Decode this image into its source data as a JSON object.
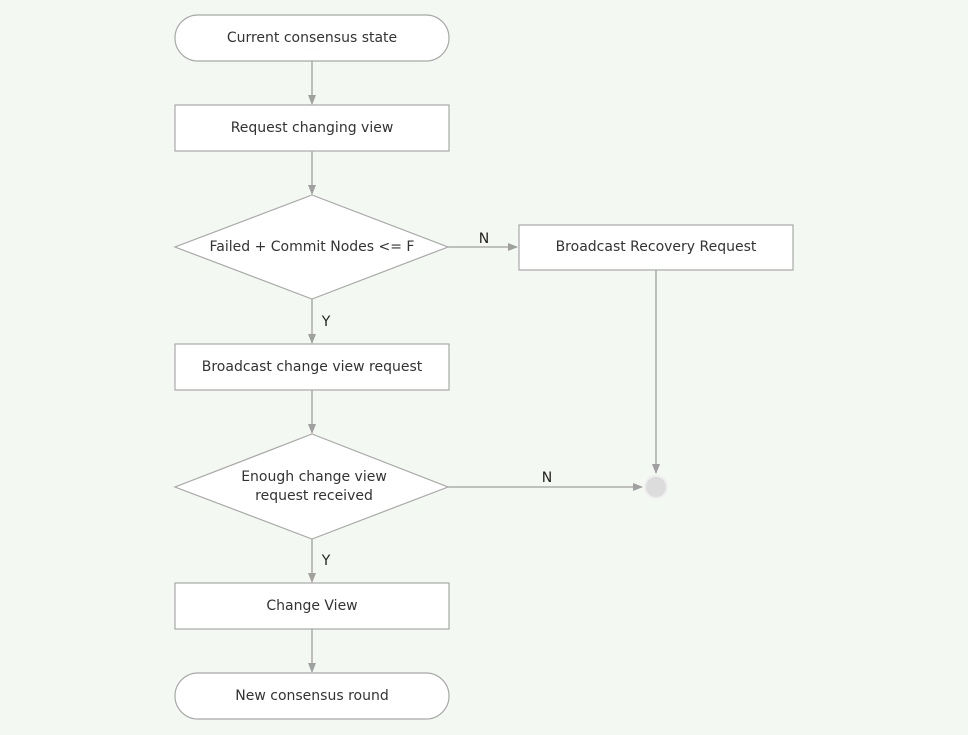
{
  "diagram": {
    "nodes": {
      "start": {
        "label": "Current consensus state"
      },
      "request_view": {
        "label": "Request changing view"
      },
      "decision_failed": {
        "label": "Failed + Commit Nodes <= F"
      },
      "broadcast_recovery": {
        "label": "Broadcast Recovery Request"
      },
      "broadcast_change": {
        "label": "Broadcast change view request"
      },
      "decision_enough": {
        "label_line1": "Enough change view",
        "label_line2": "request received"
      },
      "change_view": {
        "label": "Change View"
      },
      "end": {
        "label": "New consensus round"
      }
    },
    "edges": {
      "failed_no": {
        "label": "N"
      },
      "failed_yes": {
        "label": "Y"
      },
      "enough_no": {
        "label": "N"
      },
      "enough_yes": {
        "label": "Y"
      }
    }
  }
}
